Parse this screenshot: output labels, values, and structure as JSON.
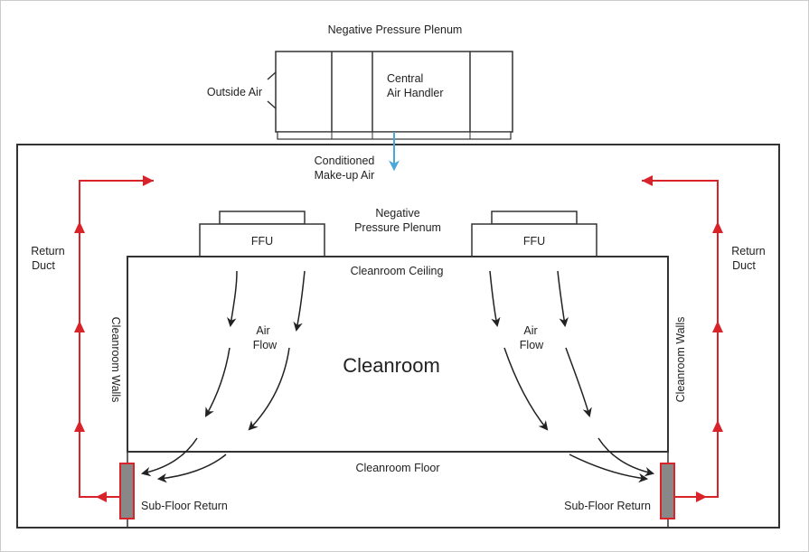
{
  "labels": {
    "top_plenum": "Negative Pressure Plenum",
    "outside_air": "Outside Air",
    "air_handler_line1": "Central",
    "air_handler_line2": "Air Handler",
    "makeup_line1": "Conditioned",
    "makeup_line2": "Make-up Air",
    "inner_plenum_line1": "Negative",
    "inner_plenum_line2": "Pressure Plenum",
    "ffu_left": "FFU",
    "ffu_right": "FFU",
    "ceiling": "Cleanroom Ceiling",
    "cleanroom": "Cleanroom",
    "floor": "Cleanroom Floor",
    "airflow_left_line1": "Air",
    "airflow_left_line2": "Flow",
    "airflow_right_line1": "Air",
    "airflow_right_line2": "Flow",
    "walls_left": "Cleanroom Walls",
    "walls_right": "Cleanroom Walls",
    "return_left_line1": "Return",
    "return_left_line2": "Duct",
    "return_right_line1": "Return",
    "return_right_line2": "Duct",
    "subfloor_left": "Sub-Floor Return",
    "subfloor_right": "Sub-Floor Return"
  },
  "colors": {
    "line": "#333333",
    "return_duct": "#d9232b",
    "makeup_arrow": "#4aa8d8",
    "grate_fill": "#888888"
  },
  "icons": [
    "arrowhead-icon"
  ]
}
